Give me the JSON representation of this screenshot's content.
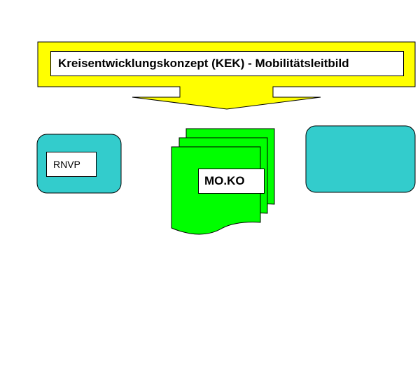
{
  "header": {
    "title": "Kreisentwicklungskonzept (KEK) - Mobilitätsleitbild"
  },
  "boxes": {
    "left_label": "RNVP",
    "center_label": "MO.KO",
    "right_label": ""
  },
  "colors": {
    "banner": "#ffff00",
    "teal_box": "#33cccc",
    "document_stack": "#00ff00",
    "outline": "#000000",
    "label_background": "#ffffff"
  }
}
